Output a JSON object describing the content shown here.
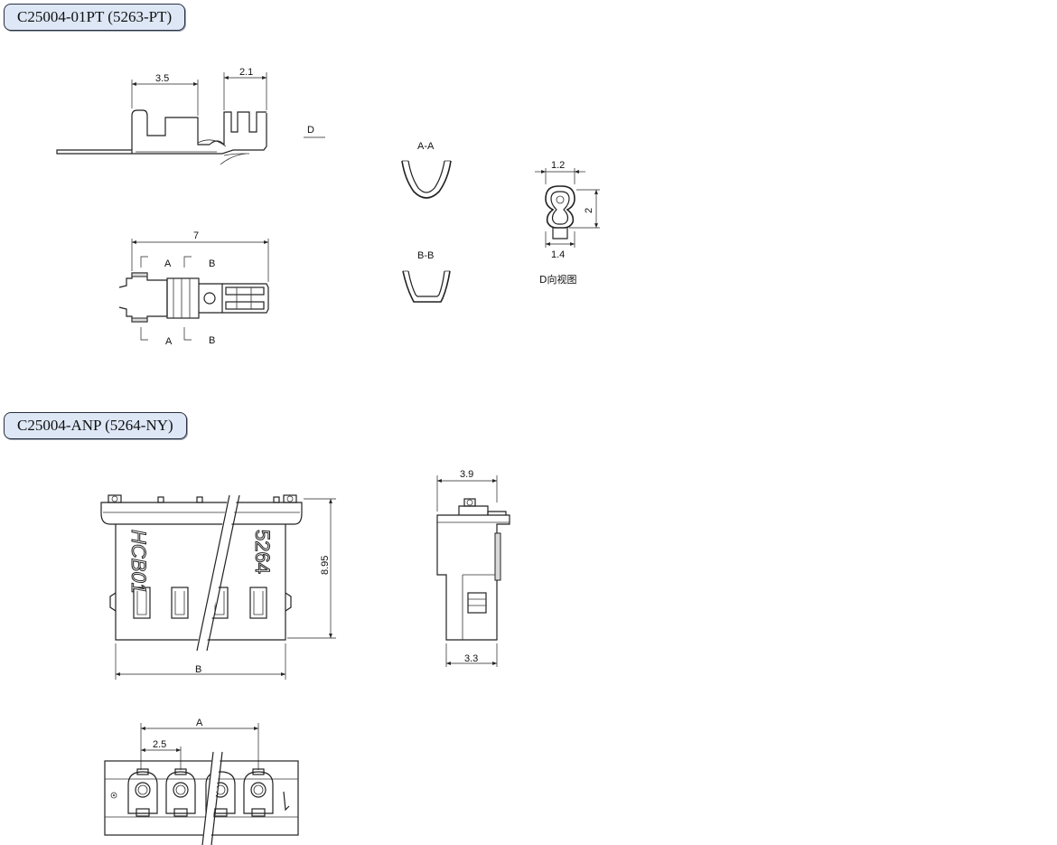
{
  "sections": [
    {
      "title": "C25004-01PT (5263-PT)"
    },
    {
      "title": "C25004-ANP (5264-NY)"
    }
  ],
  "terminal": {
    "dim_3_5": "3.5",
    "dim_2_1": "2.1",
    "label_d": "D",
    "dim_7": "7",
    "label_a": "A",
    "label_b": "B",
    "section_aa": "A-A",
    "section_bb": "B-B",
    "dim_1_2": "1.2",
    "dim_2": "2",
    "dim_1_4": "1.4",
    "d_view": "D向视图"
  },
  "housing": {
    "dim_8_95": "8.95",
    "dim_b": "B",
    "dim_3_9": "3.9",
    "dim_3_3": "3.3",
    "dim_a": "A",
    "dim_2_5": "2.5",
    "marking_left": "HCB01",
    "marking_right": "5264"
  }
}
